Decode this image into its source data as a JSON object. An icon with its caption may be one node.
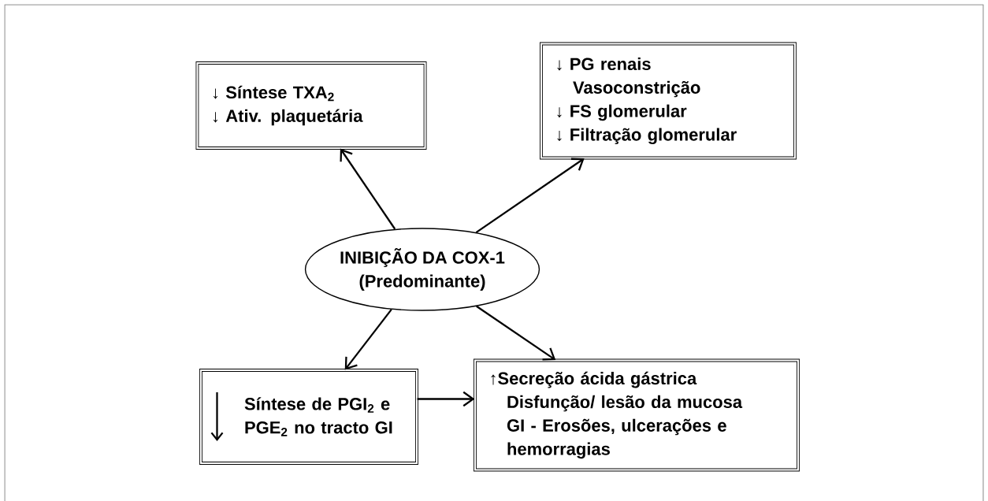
{
  "diagram": {
    "nodes": [
      {
        "text": [
          "INIBIÇÃO DA COX-1",
          "(Predominante)"
        ]
      },
      {
        "text": [
          "↓ Síntese TXA$_{2}$",
          "↓ Ativ. plaquetária"
        ]
      },
      {
        "text": [
          "↓ PG renais",
          "Vasoconstrição",
          "↓ FS glomerular",
          "↓ Filtração glomerular"
        ]
      },
      {
        "text": [
          "Síntese de PGI$_{2}$ e PGE$_{2}$ no tracto GI"
        ]
      },
      {
        "text": [
          "↑Secreção ácida gástrica",
          "Disfunção/ lesão da mucosa GI - Erosões, ulcerações e hemorragias"
        ]
      }
    ],
    "edges": [
      {
        "from": 0,
        "to": 1,
        "arrow": "to"
      },
      {
        "from": 0,
        "to": 2,
        "arrow": "to"
      },
      {
        "from": 0,
        "to": 3,
        "arrow": "to"
      },
      {
        "from": 0,
        "to": 4,
        "arrow": "to"
      },
      {
        "from": 3,
        "to": 4,
        "arrow": "to"
      }
    ]
  }
}
